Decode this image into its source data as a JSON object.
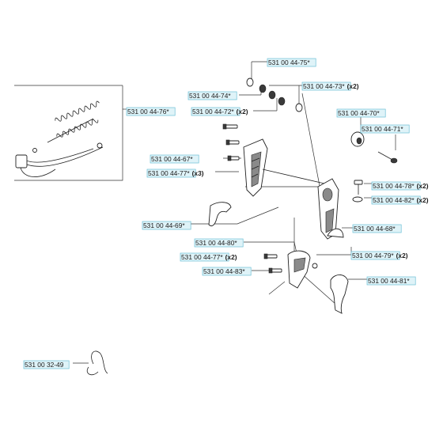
{
  "labels": [
    {
      "id": "p75",
      "code": "531 00 44-75",
      "star": "*",
      "qty": ""
    },
    {
      "id": "p73",
      "code": "531 00 44-73",
      "star": "*",
      "qty": "(x2)"
    },
    {
      "id": "p74",
      "code": "531 00 44-74",
      "star": "*",
      "qty": ""
    },
    {
      "id": "p72",
      "code": "531 00 44-72",
      "star": "*",
      "qty": "(x2)"
    },
    {
      "id": "p76",
      "code": "531 00 44-76",
      "star": "*",
      "qty": ""
    },
    {
      "id": "p70",
      "code": "531 00 44-70",
      "star": "*",
      "qty": ""
    },
    {
      "id": "p71",
      "code": "531 00 44-71",
      "star": "*",
      "qty": ""
    },
    {
      "id": "p67",
      "code": "531 00 44-67",
      "star": "*",
      "qty": ""
    },
    {
      "id": "p77a",
      "code": "531 00 44-77",
      "star": "*",
      "qty": "(x3)"
    },
    {
      "id": "p78",
      "code": "531 00 44-78",
      "star": "*",
      "qty": "(x2)"
    },
    {
      "id": "p82",
      "code": "531 00 44-82",
      "star": "*",
      "qty": "(x2)"
    },
    {
      "id": "p69",
      "code": "531 00 44-69",
      "star": "*",
      "qty": ""
    },
    {
      "id": "p68",
      "code": "531 00 44-68",
      "star": "*",
      "qty": ""
    },
    {
      "id": "p80",
      "code": "531 00 44-80",
      "star": "*",
      "qty": ""
    },
    {
      "id": "p77b",
      "code": "531 00 44-77",
      "star": "*",
      "qty": "(x2)"
    },
    {
      "id": "p79",
      "code": "531 00 44-79",
      "star": "*",
      "qty": "(x2)"
    },
    {
      "id": "p83",
      "code": "531 00 44-83",
      "star": "*",
      "qty": ""
    },
    {
      "id": "p81",
      "code": "531 00 44-81",
      "star": "*",
      "qty": ""
    },
    {
      "id": "p49",
      "code": "531 00 32-49",
      "star": "",
      "qty": ""
    }
  ],
  "colors": {
    "label_box": "#dff3f8",
    "label_border": "#6cbfd6",
    "line": "#333333"
  },
  "icons": [
    "spring-icon",
    "throttle-cable-icon",
    "washer-icon",
    "screw-icon",
    "throttle-trigger-icon",
    "lockout-lever-icon",
    "handle-bracket-icon",
    "cable-tie-icon"
  ]
}
